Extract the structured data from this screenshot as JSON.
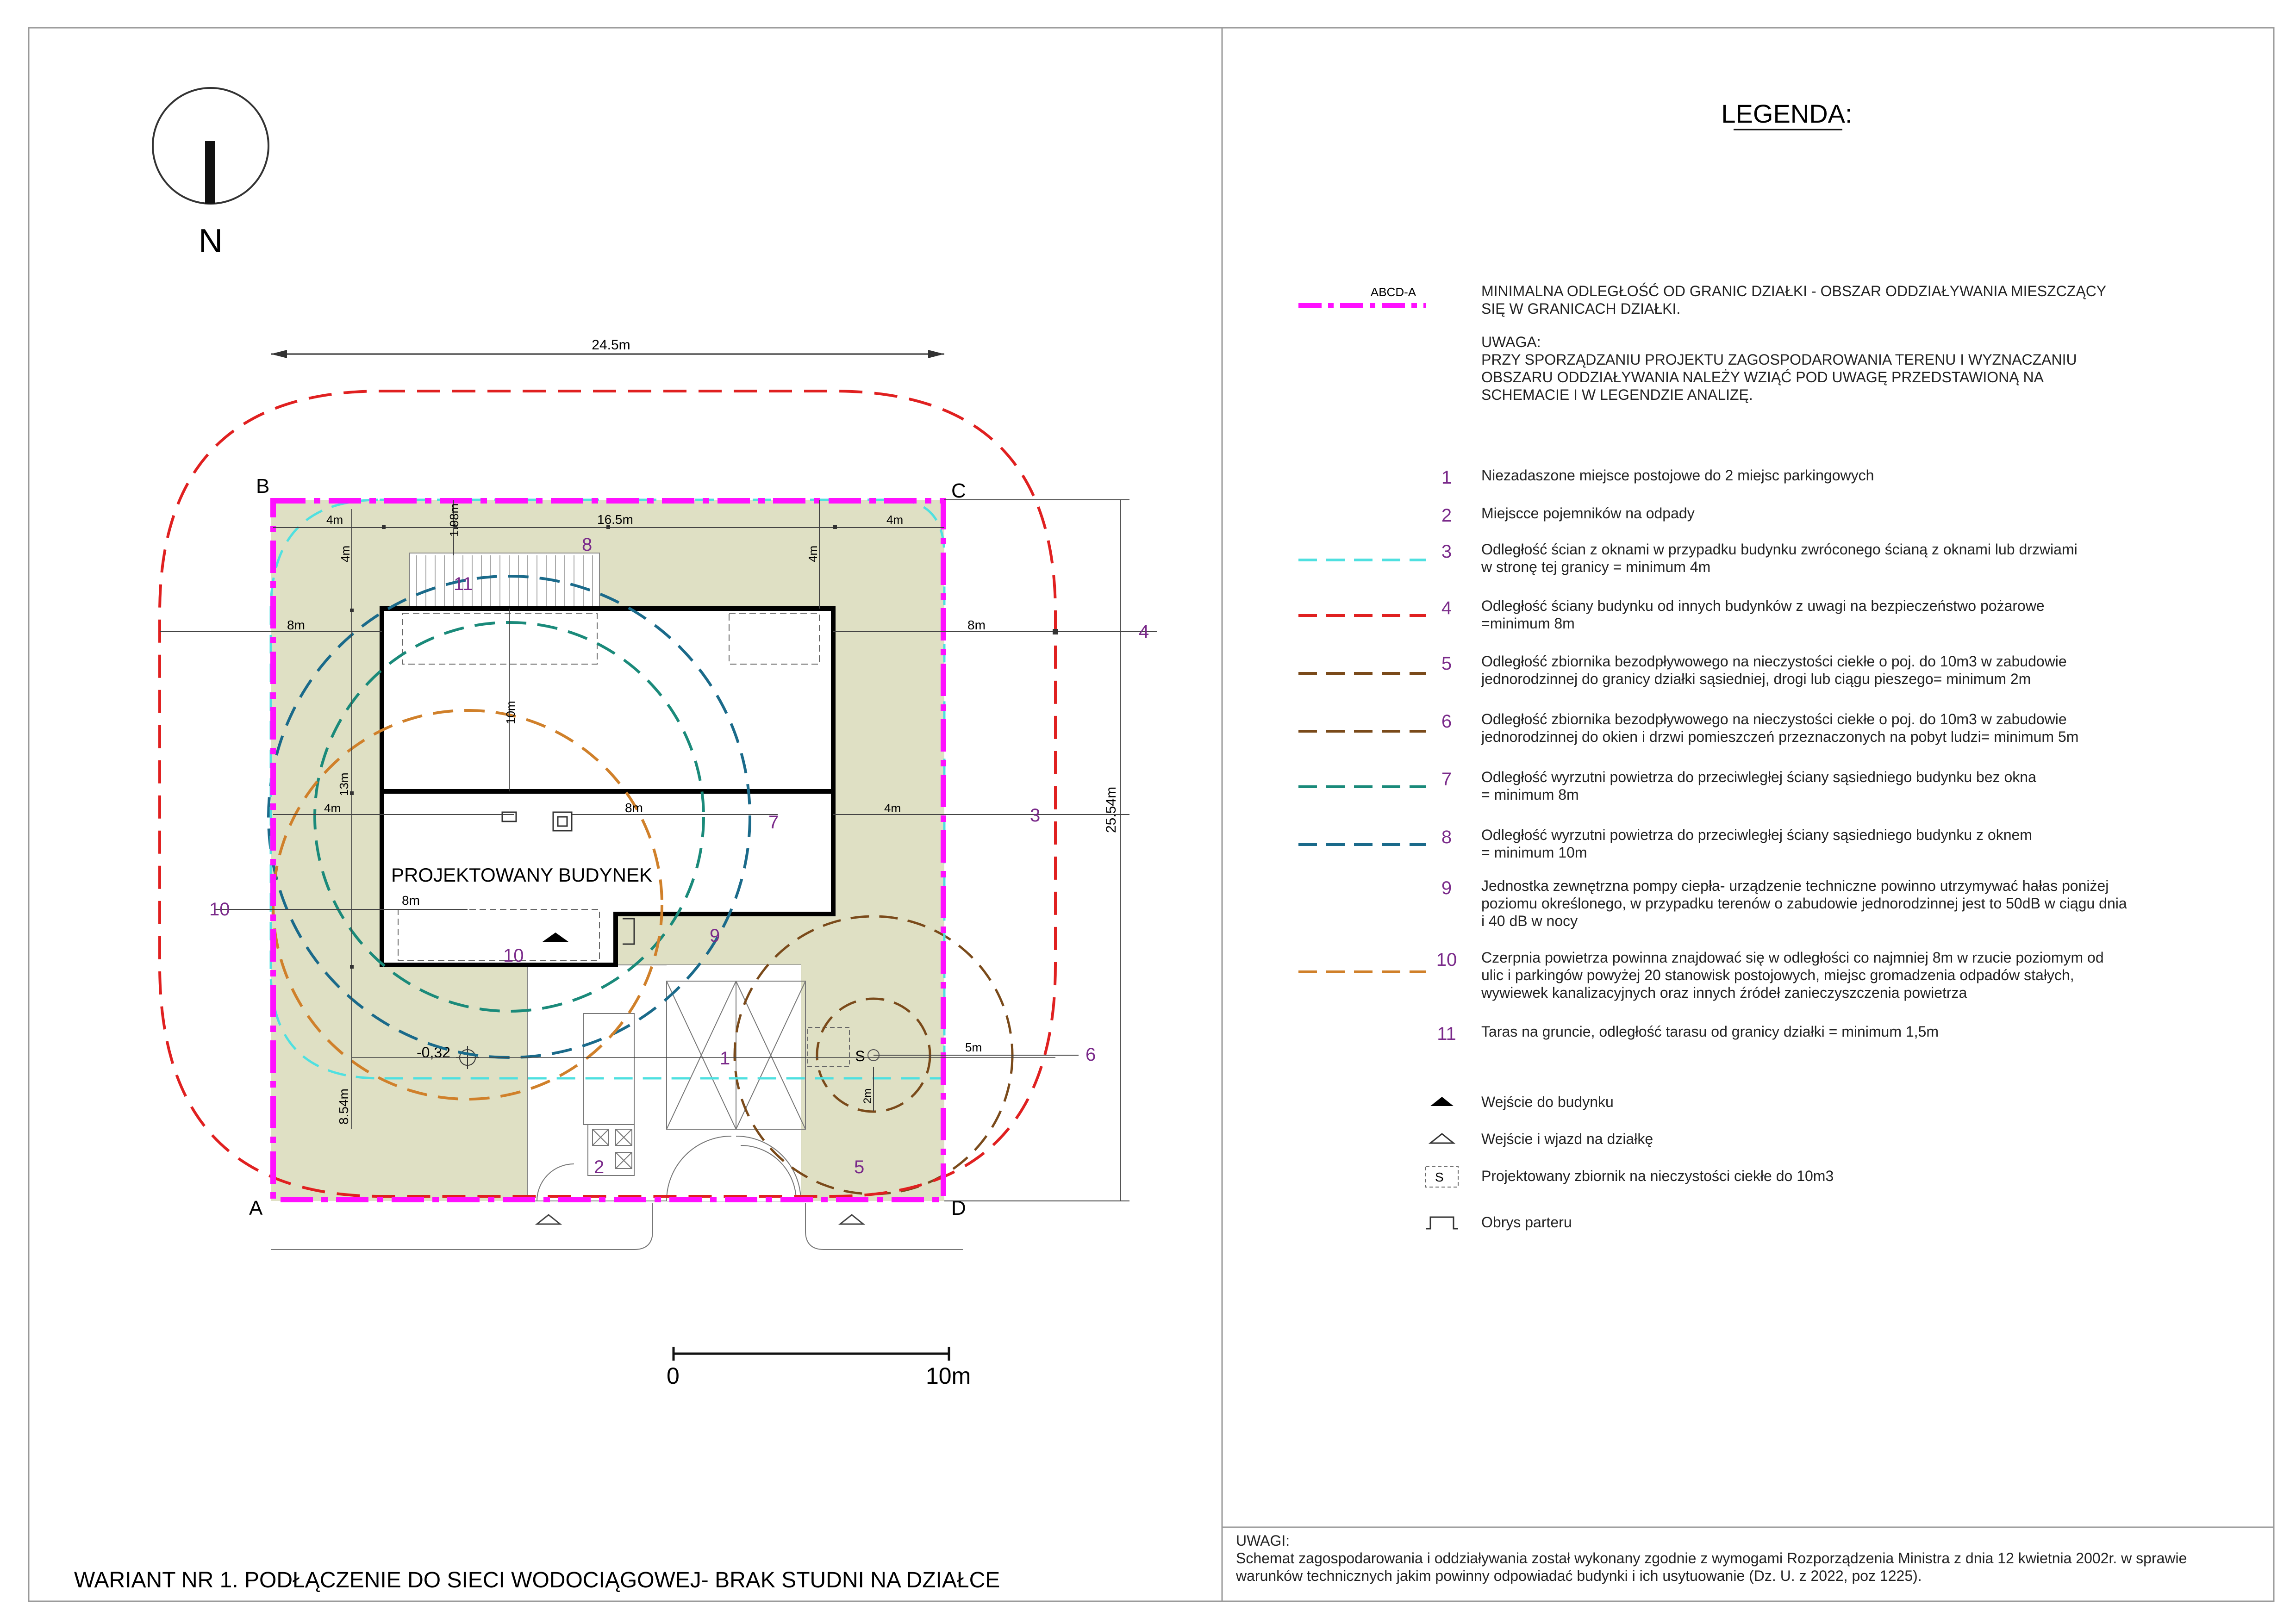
{
  "north": {
    "label": "N"
  },
  "corners": {
    "a": "A",
    "b": "B",
    "c": "C",
    "d": "D"
  },
  "dimensions": {
    "overall_width": "24.5m",
    "overall_height": "25.54m",
    "left_top_4m": "4m",
    "top_198": "1.98m",
    "top_165": "16.5m",
    "top_right_4m": "4m",
    "top_4m_left": "4m",
    "top_4m_mid": "4m",
    "left_8m": "8m",
    "right_8m": "8m",
    "bldg_10m": "10m",
    "left_13m": "13m",
    "left_4m_mid": "4m",
    "mid_8m": "8m",
    "right_4m_mid": "4m",
    "lower_8m": "8m",
    "bottom_854": "8.54m",
    "tank_5m": "5m",
    "tank_2m": "2m"
  },
  "plan": {
    "building_label": "PROJEKTOWANY BUDYNEK",
    "level_mark": "-0,32",
    "tank_symbol": "S",
    "markers": [
      "1",
      "2",
      "3",
      "4",
      "5",
      "6",
      "7",
      "8",
      "9",
      "10",
      "10",
      "11"
    ]
  },
  "scale_bar": {
    "start": "0",
    "end": "10m"
  },
  "legend": {
    "title": "LEGENDA:",
    "boundary_tag": "ABCD-A",
    "boundary_text": [
      "MINIMALNA ODLEGŁOŚĆ OD GRANIC DZIAŁKI - OBSZAR ODDZIAŁYWANIA MIESZCZĄCY",
      "SIĘ W GRANICACH DZIAŁKI."
    ],
    "note_text": [
      "UWAGA:",
      "PRZY SPORZĄDZANIU PROJEKTU ZAGOSPODAROWANIA TERENU I WYZNACZANIU",
      "OBSZARU ODDZIAŁYWANIA NALEŻY WZIĄĆ POD UWAGĘ PRZEDSTAWIONĄ NA",
      "SCHEMACIE I W LEGENDZIE ANALIZĘ."
    ],
    "items": [
      {
        "num": "1",
        "lines": [
          "Niezadaszone miejsce postojowe do 2 miejsc parkingowych"
        ]
      },
      {
        "num": "2",
        "lines": [
          "Miejscce pojemników na odpady"
        ]
      },
      {
        "num": "3",
        "color": "#4fe0e0",
        "lines": [
          "Odległość ścian z oknami w przypadku budynku zwróconego ścianą z oknami lub drzwiami",
          "w stronę tej granicy = minimum 4m"
        ]
      },
      {
        "num": "4",
        "color": "#e02020",
        "lines": [
          "Odległość ściany budynku od innych budynków z uwagi na bezpieczeństwo pożarowe",
          "=minimum 8m"
        ]
      },
      {
        "num": "5",
        "color": "#7a4a1a",
        "lines": [
          "Odległość zbiornika bezodpływowego na nieczystości ciekłe o poj. do 10m3 w zabudowie",
          "jednorodzinnej do granicy działki sąsiedniej, drogi lub ciągu pieszego= minimum 2m"
        ]
      },
      {
        "num": "6",
        "color": "#7a4a1a",
        "lines": [
          "Odległość zbiornika bezodpływowego na nieczystości ciekłe o poj. do 10m3 w zabudowie",
          "jednorodzinnej do okien i drzwi pomieszczeń przeznaczonych na pobyt ludzi= minimum 5m"
        ]
      },
      {
        "num": "7",
        "color": "#1a8a8a",
        "lines": [
          "Odległość wyrzutni powietrza do przeciwległej ściany sąsiedniego budynku bez okna",
          "= minimum 8m"
        ]
      },
      {
        "num": "8",
        "color": "#1a6a7a",
        "lines": [
          "Odległość wyrzutni powietrza do przeciwległej ściany sąsiedniego budynku z oknem",
          "= minimum 10m"
        ]
      },
      {
        "num": "9",
        "lines": [
          "Jednostka zewnętrzna pompy ciepła- urządzenie techniczne powinno utrzymywać hałas poniżej",
          "poziomu określonego, w przypadku terenów o zabudowie jednorodzinnej jest to 50dB w ciągu dnia",
          "i 40 dB w nocy"
        ]
      },
      {
        "num": "10",
        "color": "#d0802a",
        "lines": [
          "Czerpnia powietrza powinna znajdować się w odległości co najmniej 8m w rzucie poziomym od",
          "ulic i parkingów powyżej 20 stanowisk postojowych, miejsc gromadzenia odpadów stałych,",
          "wywiewek kanalizacyjnych oraz innych źródeł zanieczyszczenia powietrza"
        ]
      },
      {
        "num": "11",
        "lines": [
          "Taras na gruncie, odległość tarasu od granicy działki = minimum 1,5m"
        ]
      }
    ],
    "symbols": [
      {
        "icon": "entrance-filled-triangle",
        "text": "Wejście do budynku"
      },
      {
        "icon": "entrance-outline-triangle",
        "text": "Wejście i wjazd na działkę"
      },
      {
        "icon": "septic-tank-symbol",
        "tag": "S",
        "text": "Projektowany zbiornik na nieczystości ciekłe do 10m3"
      },
      {
        "icon": "ground-floor-outline",
        "text": "Obrys parteru"
      }
    ]
  },
  "footer": {
    "variant_title": "WARIANT NR 1. PODŁĄCZENIE DO SIECI WODOCIĄGOWEJ- BRAK STUDNI NA DZIAŁCE",
    "notes_title": "UWAGI:",
    "notes_lines": [
      "Schemat zagospodarowania i oddziaływania został wykonany zgodnie z wymogami Rozporządzenia Ministra z dnia 12 kwietnia 2002r. w sprawie",
      "warunków technicznych jakim powinny odpowiadać budynki i ich usytuowanie (Dz. U. z 2022, poz 1225)."
    ]
  }
}
